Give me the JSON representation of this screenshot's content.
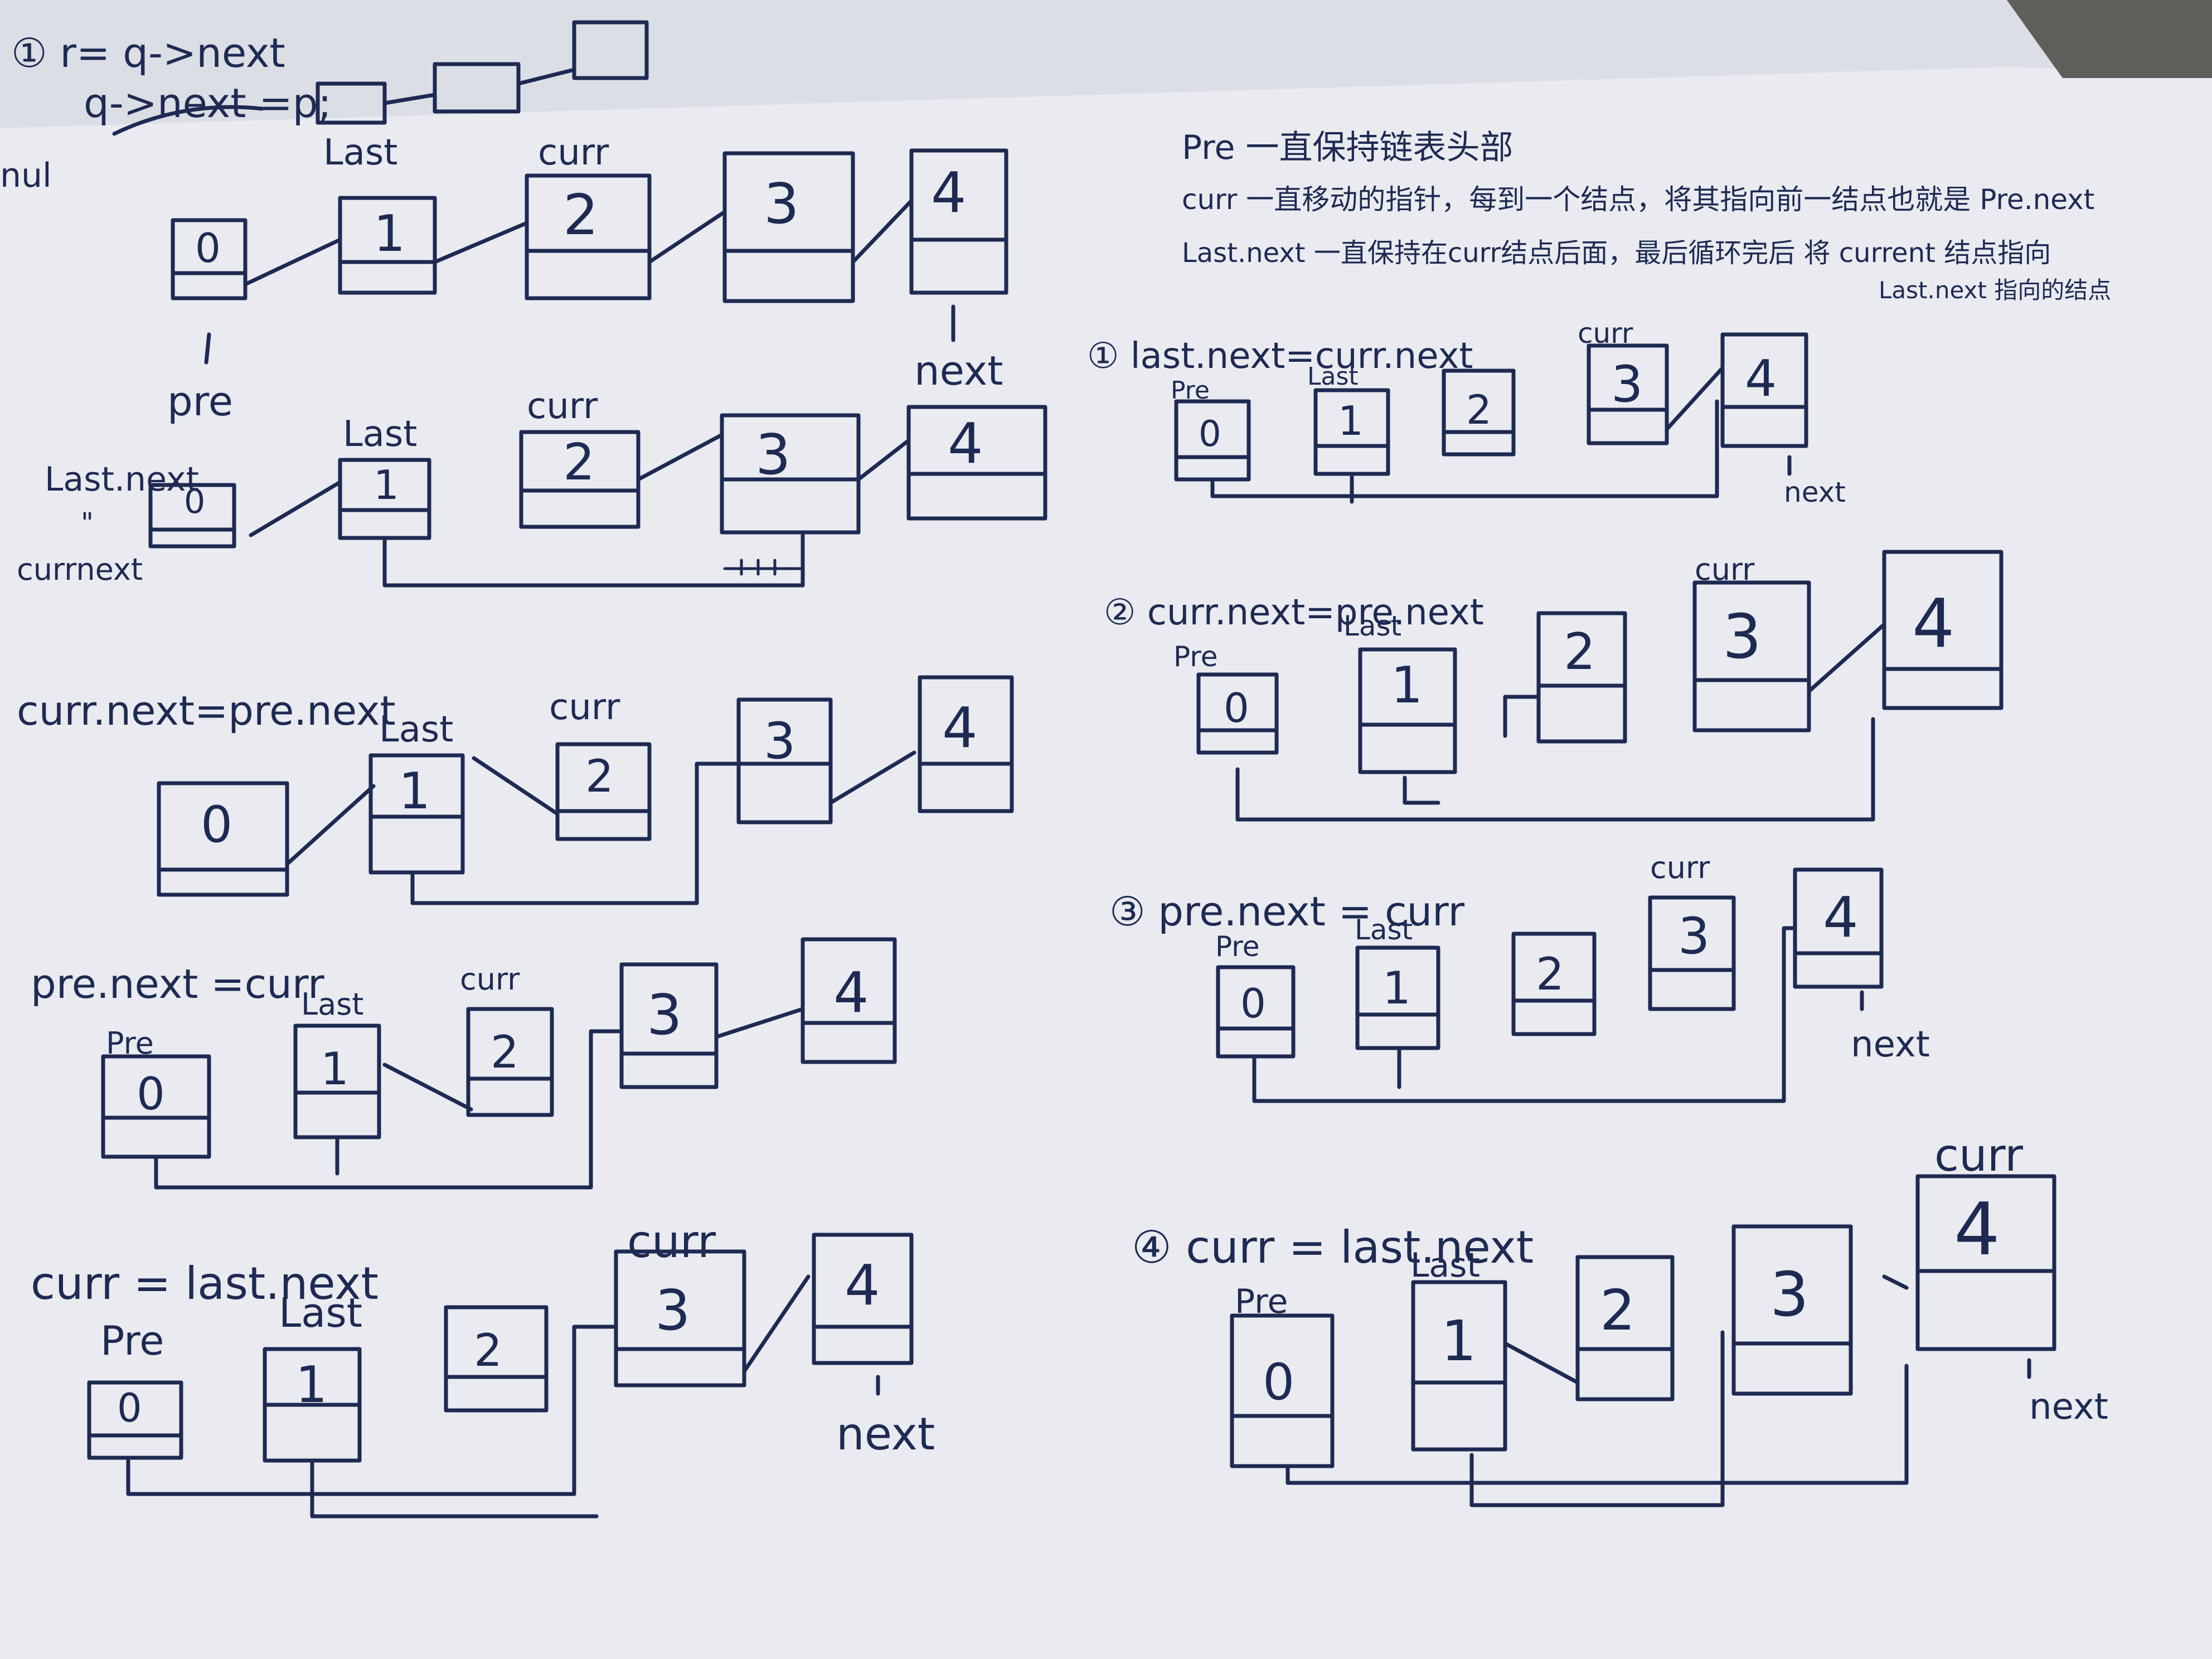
{
  "title_line1": "① r= q->next",
  "title_line2": "q->next =p;",
  "corner_label": "nul",
  "legend": {
    "line1": "Pre 一直保持链表头部",
    "line2": "curr 一直移动的指针，每到一个结点，将其指向前一结点也就是 Pre.next",
    "line3": "Last.next 一直保持在curr结点后面，最后循环完后 将 current 结点指向",
    "line4": "Last.next 指向的结点"
  },
  "nodes": {
    "n0": "0",
    "n1": "1",
    "n2": "2",
    "n3": "3",
    "n4": "4"
  },
  "labels": {
    "last": "Last",
    "curr": "curr",
    "pre": "pre",
    "pre_cap": "Pre",
    "next": "next",
    "last_next": "Last.next",
    "quote": "\"",
    "curr_next_word": "currnext"
  },
  "steps_left": {
    "s2": "curr.next=pre.next",
    "s3": "pre.next =curr",
    "s4": "curr = last.next"
  },
  "steps_right": {
    "r1": "① last.next=curr.next",
    "r2": "② curr.next=pre.next",
    "r3": "③ pre.next = curr",
    "r4": "④ curr = last.next"
  }
}
